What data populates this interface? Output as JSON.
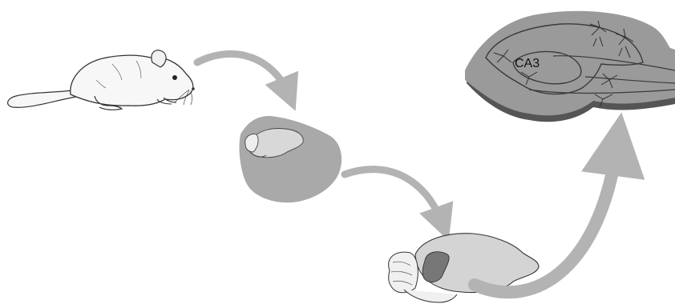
{
  "figure": {
    "panels": [
      {
        "name": "mouse"
      },
      {
        "name": "brain-in-head-section"
      },
      {
        "name": "sagittal-brain"
      },
      {
        "name": "hippocampal-slice",
        "region_label": "CA3"
      }
    ],
    "colors": {
      "background": "#ffffff",
      "section_gray": "#a9a9a9",
      "slice_gray": "#9a9a9a",
      "slice_edge": "#555555",
      "arrow_gray": "#b3b3b3",
      "outline": "#333333",
      "mouse_fill": "#f7f7f7",
      "hippocampus_dark": "#777777"
    }
  }
}
